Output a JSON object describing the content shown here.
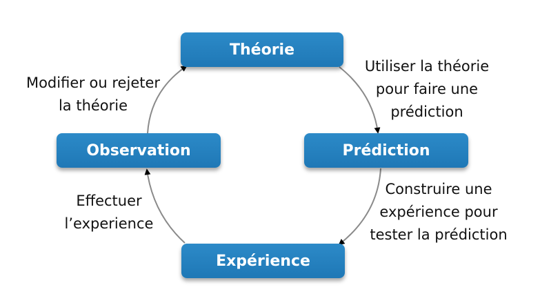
{
  "nodes": {
    "theorie": "Théorie",
    "prediction": "Prédiction",
    "experience": "Expérience",
    "observation": "Observation"
  },
  "edges": {
    "theorie_to_prediction": [
      "Utiliser la théorie",
      "pour faire une",
      "prédiction"
    ],
    "prediction_to_experience": [
      "Construire une",
      "expérience pour",
      "tester la prédiction"
    ],
    "experience_to_observation": [
      "Effectuer",
      "l’experience"
    ],
    "observation_to_theorie": [
      "Modifier ou rejeter",
      "la théorie"
    ]
  },
  "colors": {
    "node_fill": "#2381bf",
    "node_text": "#ffffff",
    "arrow": "#8a8a8a",
    "arrowhead": "#000000"
  }
}
